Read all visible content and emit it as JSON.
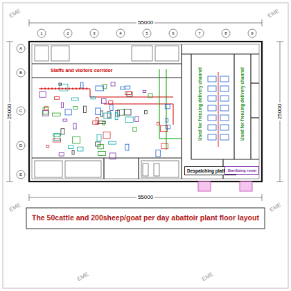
{
  "diagram": {
    "caption": "The 50cattle and 200sheep/goat per day abattoir plant floor layout",
    "nodes": [
      {
        "text": [
          "Staffs and visitors corridor"
        ]
      },
      {
        "text": [
          "Despatching platform"
        ]
      },
      {
        "text": [
          "Sterilizing room"
        ]
      }
    ],
    "edges": [],
    "labels": [
      "55000",
      "25000",
      "25000",
      "55000",
      "Used for freezing delivery channel",
      "Used for freezing delivery channel",
      "A",
      "B",
      "C",
      "D",
      "E",
      "1",
      "2",
      "3",
      "4",
      "5",
      "6",
      "7",
      "8",
      "9",
      "EME",
      "EME",
      "EME",
      "EME",
      "EME",
      "EME"
    ]
  }
}
